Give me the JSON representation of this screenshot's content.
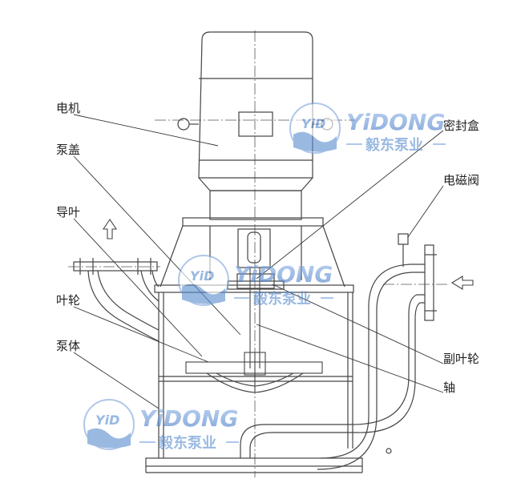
{
  "labels": {
    "motor": "电机",
    "pump_cover": "泵盖",
    "guide_vane": "导叶",
    "impeller": "叶轮",
    "pump_body": "泵体",
    "seal_box": "密封盒",
    "solenoid_valve": "电磁阀",
    "auxiliary_impeller": "副叶轮",
    "shaft": "轴"
  },
  "watermark": {
    "monogram": "YiD",
    "brand": "YiDONG",
    "subtitle": "毅东泵业"
  },
  "colors": {
    "line": "#4a4a4a",
    "leader": "#333333",
    "watermark_blue": "#5b8fd0",
    "watermark_light": "#a9c4ea"
  },
  "icons": {
    "inlet_arrow": "arrow-left-outline-icon",
    "outlet_arrow": "arrow-up-outline-icon"
  }
}
